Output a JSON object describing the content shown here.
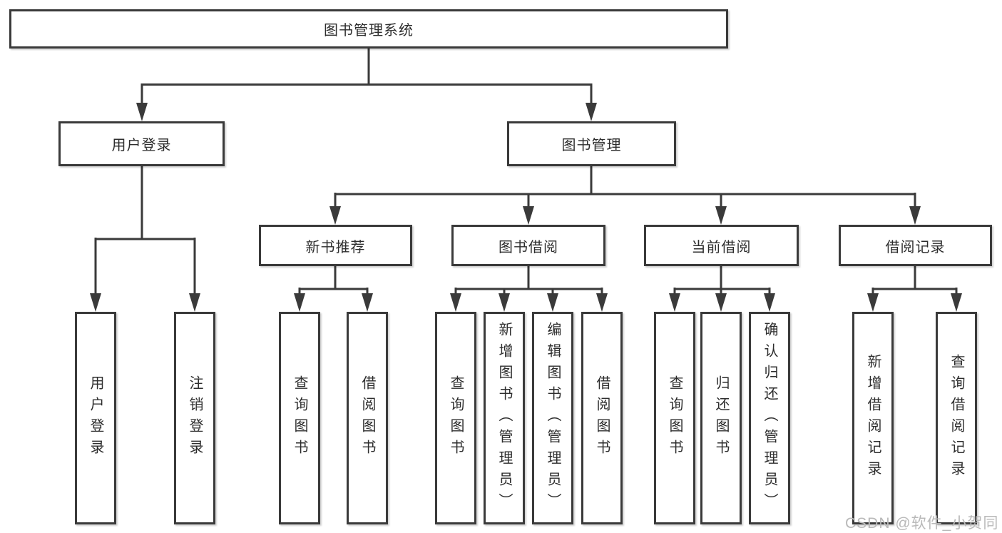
{
  "tree": {
    "label": "图书管理系统",
    "children": [
      {
        "label": "用户登录",
        "children": [
          {
            "label": "用户登录"
          },
          {
            "label": "注销登录"
          }
        ]
      },
      {
        "label": "图书管理",
        "children": [
          {
            "label": "新书推荐",
            "children": [
              {
                "label": "查询图书"
              },
              {
                "label": "借阅图书"
              }
            ]
          },
          {
            "label": "图书借阅",
            "children": [
              {
                "label": "查询图书"
              },
              {
                "label": "新增图书（管理员）"
              },
              {
                "label": "编辑图书（管理员）"
              },
              {
                "label": "借阅图书"
              }
            ]
          },
          {
            "label": "当前借阅",
            "children": [
              {
                "label": "查询图书"
              },
              {
                "label": "归还图书"
              },
              {
                "label": "确认归还（管理员）"
              }
            ]
          },
          {
            "label": "借阅记录",
            "children": [
              {
                "label": "新增借阅记录"
              },
              {
                "label": "查询借阅记录"
              }
            ]
          }
        ]
      }
    ]
  },
  "watermark": "CSDN @软件_小贺同学",
  "colors": {
    "line": "#3a3a3a",
    "box_background": "#ffffff",
    "text": "#2d2d2d",
    "watermark": "#b9b9b9"
  }
}
